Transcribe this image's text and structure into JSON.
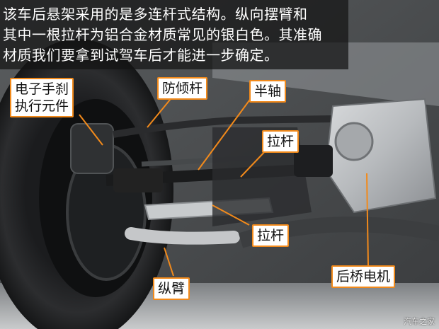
{
  "caption": {
    "line1": "该车后悬架采用的是多连杆式结构。纵向摆臂和",
    "line2": "其中一根拉杆为铝合金材质常见的银白色。其准确",
    "line3": "材质我们要拿到试驾车后才能进一步确定。"
  },
  "labels": {
    "epb_line1": "电子手刹",
    "epb_line2": "执行元件",
    "anti_roll_bar": "防倾杆",
    "half_shaft": "半轴",
    "tie_rod_upper": "拉杆",
    "tie_rod_lower": "拉杆",
    "trailing_arm": "纵臂",
    "rear_motor": "后桥电机"
  },
  "watermark": "汽车之家",
  "colors": {
    "label_border": "#f28a1b",
    "leader_line": "#f28a1b",
    "caption_bg": "rgba(20,20,20,0.72)"
  }
}
